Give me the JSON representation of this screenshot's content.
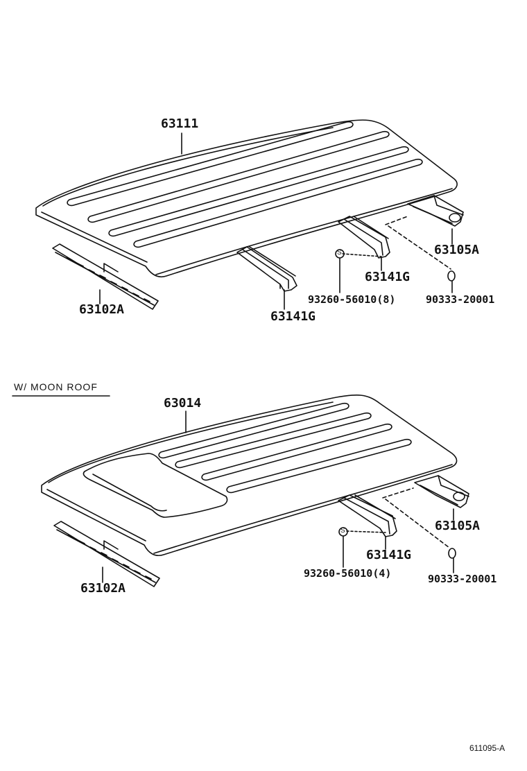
{
  "diagram": {
    "upper": {
      "roof_panel": "63111",
      "front_header": "63102A",
      "rear_header": "63105A",
      "bow_front": "63141G",
      "bow_rear": "63141G",
      "screw": "93260-56010(8)",
      "plug": "90333-20001",
      "screw_symbol": "S"
    },
    "lower": {
      "section_title": "W/ MOON  ROOF",
      "roof_panel": "63014",
      "front_header": "63102A",
      "rear_header": "63105A",
      "bow": "63141G",
      "screw": "93260-56010(4)",
      "plug": "90333-20001",
      "screw_symbol": "S"
    },
    "reference": "611095-A"
  }
}
